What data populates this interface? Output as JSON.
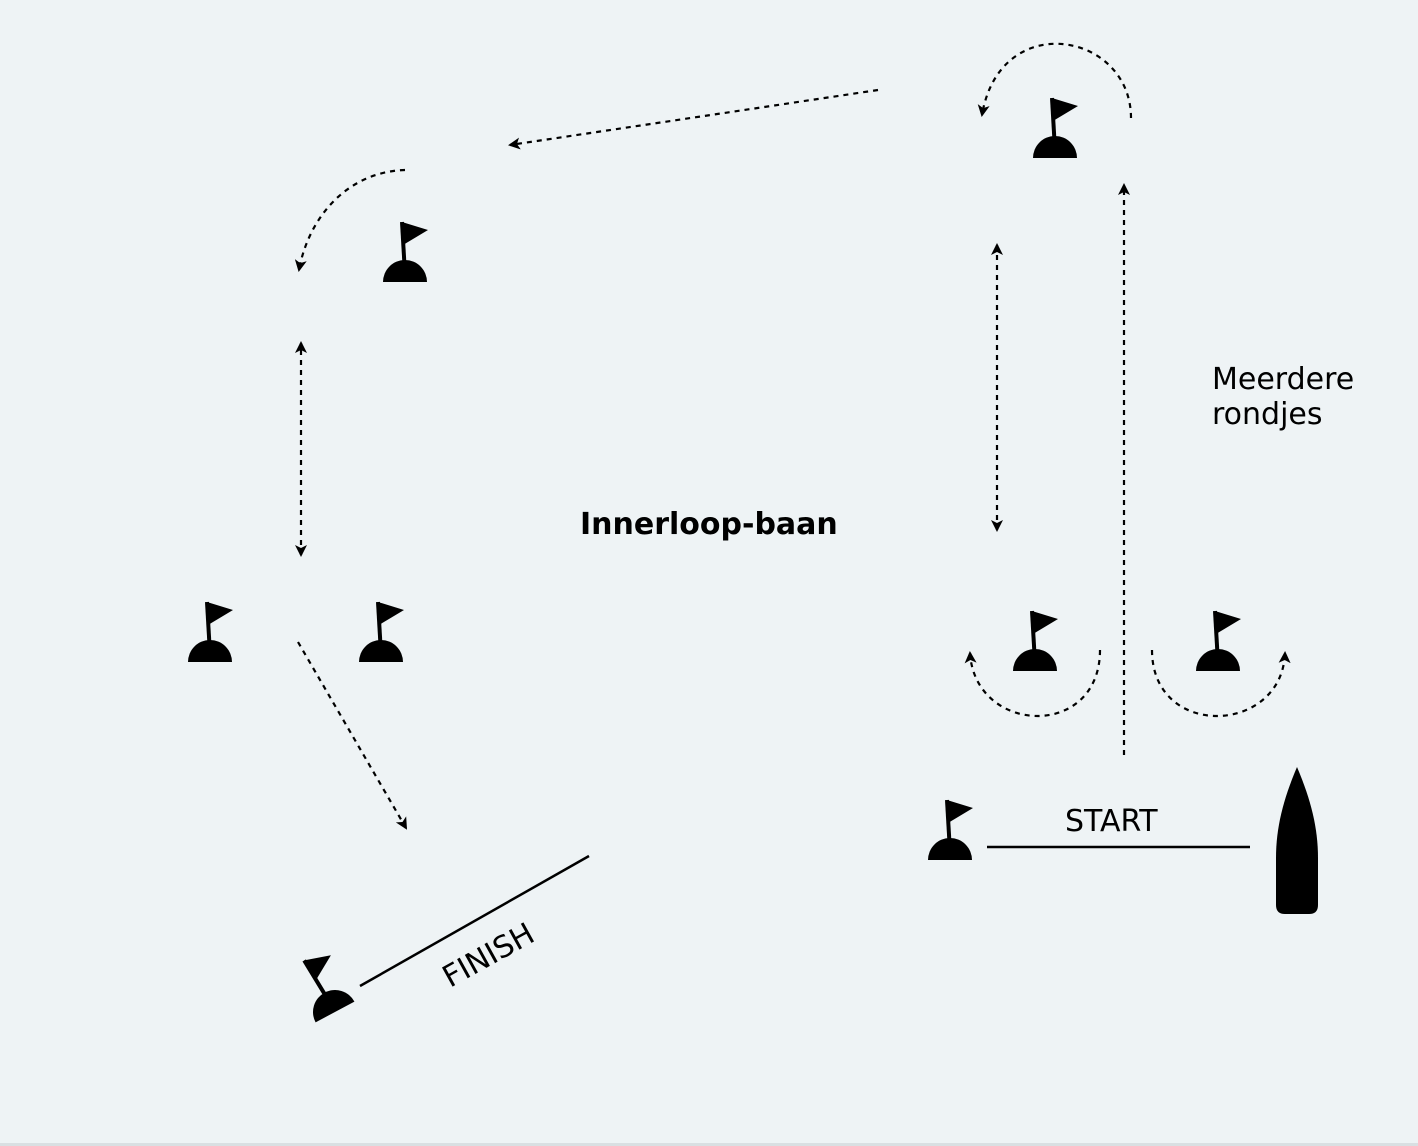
{
  "diagram": {
    "title": "Innerloop-baan",
    "note_line1": "Meerdere",
    "note_line2": "rondjes",
    "start_label": "START",
    "finish_label": "FINISH",
    "colors": {
      "background": "#eef3f5",
      "ink": "#000000"
    },
    "icons": [
      "buoy-flag-icon",
      "committee-boat-icon"
    ]
  }
}
